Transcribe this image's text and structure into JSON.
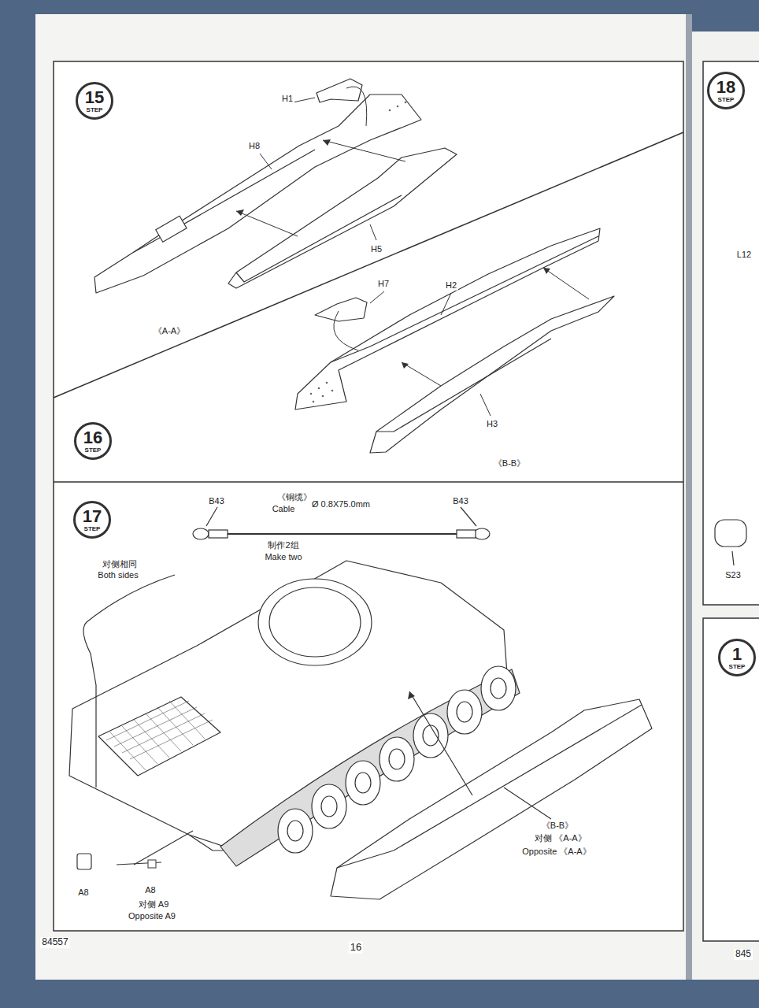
{
  "diagram": {
    "nodes": [
      {
        "text": [
          "15",
          "STEP"
        ]
      },
      {
        "text": [
          "16",
          "STEP"
        ]
      },
      {
        "text": [
          "17",
          "STEP"
        ]
      },
      {
        "text": [
          "18",
          "STEP"
        ]
      },
      {
        "text": [
          "1",
          "STEP"
        ]
      }
    ],
    "edges": [],
    "labels": [
      "H1",
      "H8",
      "H5",
      "《A-A》",
      "H7",
      "H2",
      "H3",
      "《B-B》",
      "B43",
      "《铜缆》",
      "Cable",
      "Ø 0.8X75.0mm",
      "B43",
      "制作2组",
      "Make two",
      "对侧相同",
      "Both sides",
      "A8",
      "A8",
      "对侧 A9",
      "Opposite A9",
      "《B-B》",
      "对侧 《A-A》",
      "Opposite 《A-A》",
      "84557",
      "16",
      "L12",
      "S23",
      "845"
    ]
  }
}
